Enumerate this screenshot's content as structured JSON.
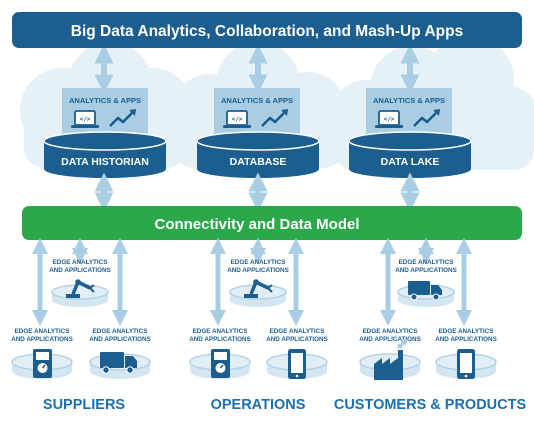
{
  "top_bar": {
    "label": "Big Data Analytics, Collaboration, and Mash-Up Apps"
  },
  "middle_bar": {
    "label": "Connectivity and Data Model"
  },
  "stores": [
    {
      "name": "DATA HISTORIAN",
      "panel_label": "ANALYTICS & APPS"
    },
    {
      "name": "DATABASE",
      "panel_label": "ANALYTICS & APPS"
    },
    {
      "name": "DATA LAKE",
      "panel_label": "ANALYTICS & APPS"
    }
  ],
  "edge_label_line1": "EDGE ANALYTICS",
  "edge_label_line2": "AND APPLICATIONS",
  "groups": [
    {
      "title": "SUPPLIERS"
    },
    {
      "title": "OPERATIONS"
    },
    {
      "title": "CUSTOMERS & PRODUCTS"
    }
  ],
  "colors": {
    "navy": "#1b5e8f",
    "green": "#2aa84a",
    "light_blue": "#a9cde3",
    "cloud": "#e6f0f7",
    "disc_fill": "#e2eef6",
    "disc_stroke": "#b3d2e6",
    "title_blue": "#1a6fae"
  }
}
